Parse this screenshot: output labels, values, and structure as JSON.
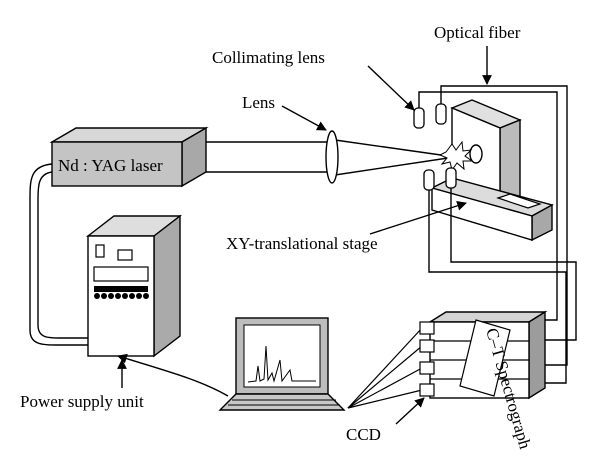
{
  "labels": {
    "optical_fiber": "Optical fiber",
    "collimating_lens": "Collimating lens",
    "lens": "Lens",
    "laser": "Nd : YAG laser",
    "stage": "XY-translational stage",
    "power_supply": "Power supply unit",
    "ccd": "CCD",
    "spectrograph": "C–T Spectrograph"
  },
  "icons": {
    "laser": "laser-box-icon",
    "lens": "convex-lens-icon",
    "sample": "sample-block-icon",
    "collimators": "collimating-lens-icon",
    "power_supply": "power-supply-cabinet-icon",
    "laptop": "laptop-spectrum-icon",
    "spectrograph": "spectrograph-icon",
    "ccd": "ccd-detector-icon"
  }
}
